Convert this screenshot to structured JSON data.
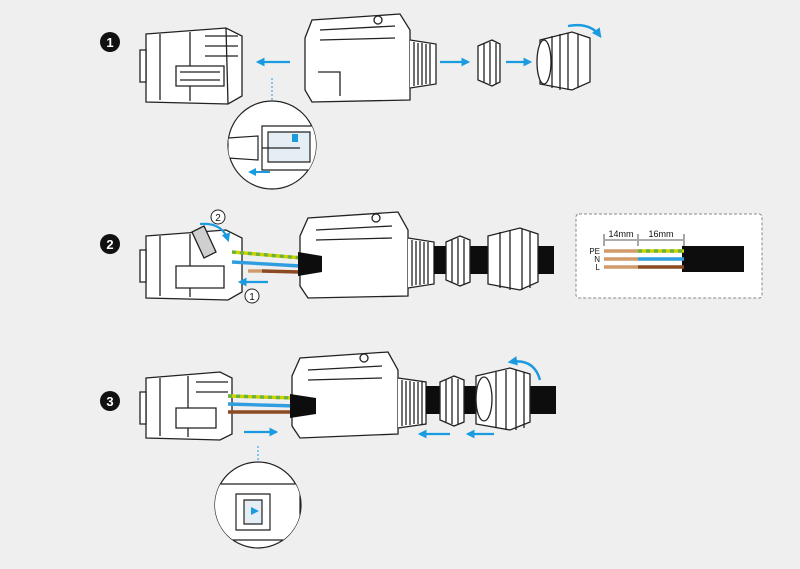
{
  "steps": [
    {
      "number": "1"
    },
    {
      "number": "2"
    },
    {
      "number": "3"
    }
  ],
  "sub_steps": [
    "1",
    "2"
  ],
  "strip_diagram": {
    "label_a": "14mm",
    "label_b": "16mm",
    "wires": [
      {
        "label": "PE",
        "color": "#c8d400"
      },
      {
        "label": "N",
        "color": "#2f9ee0"
      },
      {
        "label": "L",
        "color": "#8b4a22"
      }
    ]
  },
  "colors": {
    "arrow": "#1a9be0",
    "line": "#222222",
    "cable": "#0d0d0d",
    "copper": "#d19a6a",
    "body": "#ffffff",
    "background": "#efefef"
  }
}
